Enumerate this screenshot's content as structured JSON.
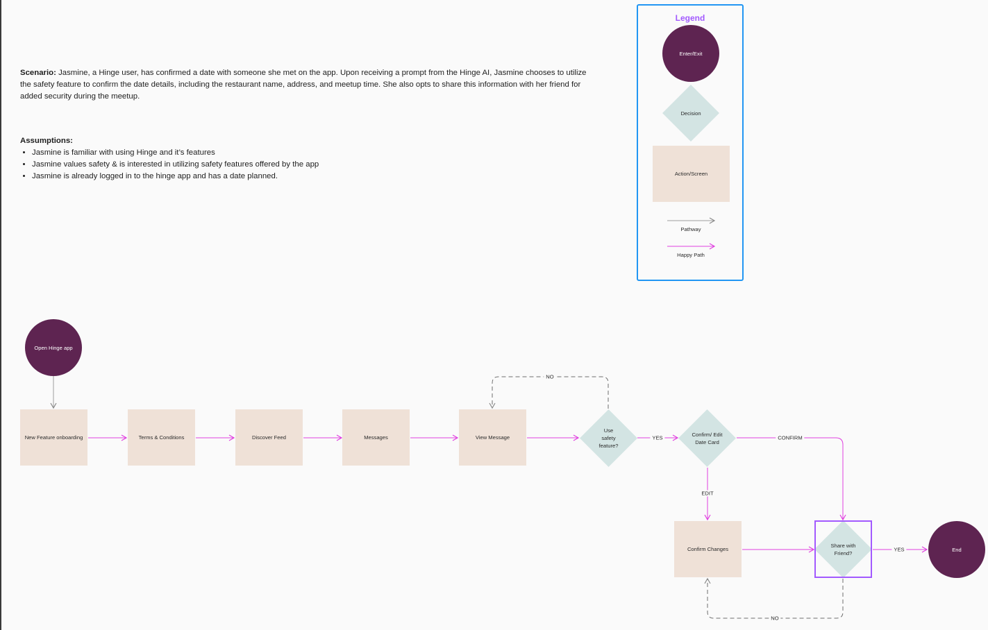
{
  "scenario": {
    "label": "Scenario:",
    "text": " Jasmine, a Hinge user, has confirmed a date with someone she met on the app. Upon receiving a prompt from the Hinge AI, Jasmine chooses to utilize the safety feature to confirm the date details, including the restaurant name, address, and meetup time. She also opts to share this information with her friend for added security during the meetup."
  },
  "assumptions": {
    "title": "Assumptions:",
    "items": [
      "Jasmine is familiar with using Hinge and it’s features",
      "Jasmine values safety & is interested in utilizing safety features offered by the app",
      "Jasmine is already logged in to the hinge app and has a date planned."
    ]
  },
  "legend": {
    "title": "Legend",
    "enter_exit": "Enter/Exit",
    "decision": "Decision",
    "action_screen": "Action/Screen",
    "pathway": "Pathway",
    "happy_path": "Happy Path"
  },
  "colors": {
    "enter_exit": "#5e2451",
    "decision": "#d3e4e3",
    "action": "#efe1d7",
    "pathway": "#9e9e9e",
    "happy_path": "#e040e0",
    "legend_border": "#2196f3",
    "highlight": "#a259ff"
  },
  "flow": {
    "start": "Open Hinge app",
    "onboarding": "New Feature onboarding",
    "terms": "Terms & Conditions",
    "discover": "Discover Feed",
    "messages": "Messages",
    "view_message": "View Message",
    "use_safety": "Use safety feature?",
    "confirm_edit": "Confirm/ Edit Date Card",
    "confirm_changes": "Confirm Changes",
    "share_friend": "Share with Friend?",
    "end": "End"
  },
  "edges": {
    "no_top": "NO",
    "yes_1": "YES",
    "confirm": "CONFIRM",
    "edit": "EDIT",
    "yes_2": "YES",
    "no_bottom": "NO"
  }
}
